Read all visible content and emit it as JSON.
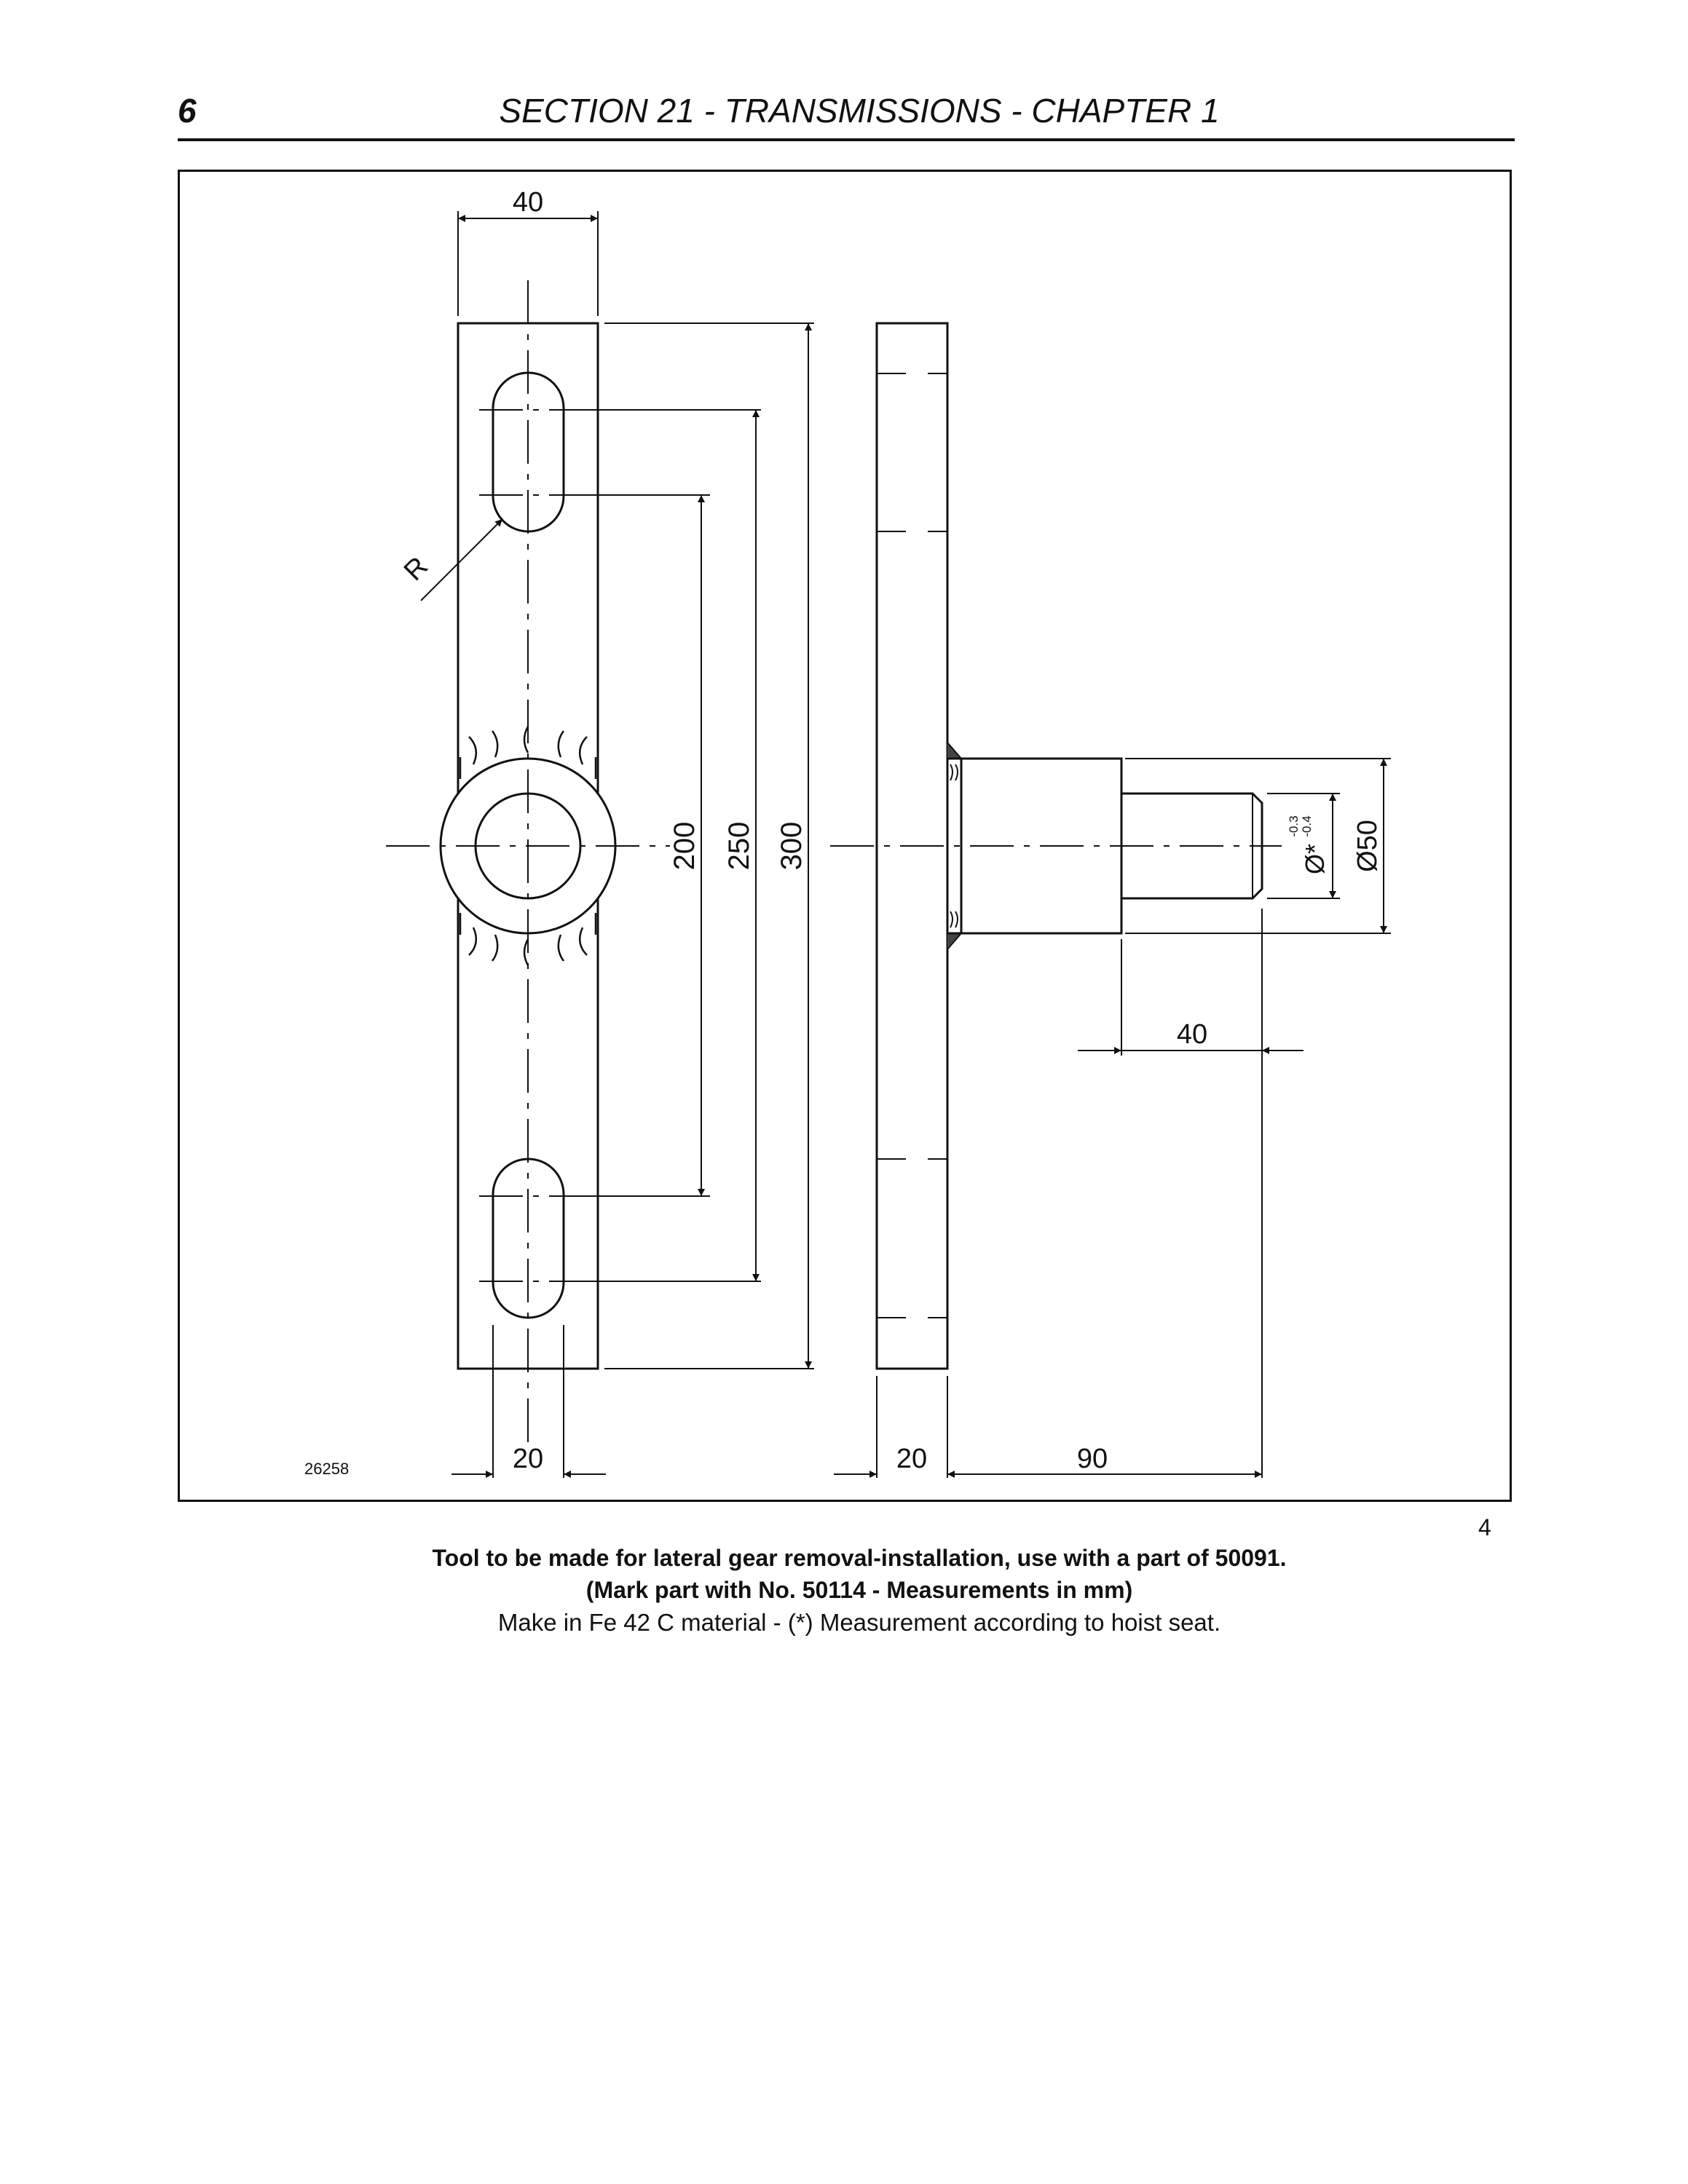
{
  "header": {
    "page_number": "6",
    "title": "SECTION 21 - TRANSMISSIONS - CHAPTER 1"
  },
  "figure": {
    "drawing_number": "26258",
    "figure_number": "4",
    "dimensions": {
      "plate_width": "40",
      "slot_spacing": "200",
      "slot_span": "250",
      "plate_length": "300",
      "slot_width": "20",
      "side_thickness": "20",
      "overall_depth": "90",
      "pin_length": "40",
      "boss_diameter": "Ø50",
      "pin_diameter": "Ø*",
      "tolerance_upper": "-0.3",
      "tolerance_lower": "-0.4",
      "radius_label": "R"
    }
  },
  "caption": {
    "line1": "Tool to be made for lateral gear removal-installation, use with a part of 50091.",
    "line2": "(Mark part with No. 50114 - Measurements in mm)",
    "note": "Make in Fe 42 C material - (*) Measurement according to hoist seat."
  }
}
